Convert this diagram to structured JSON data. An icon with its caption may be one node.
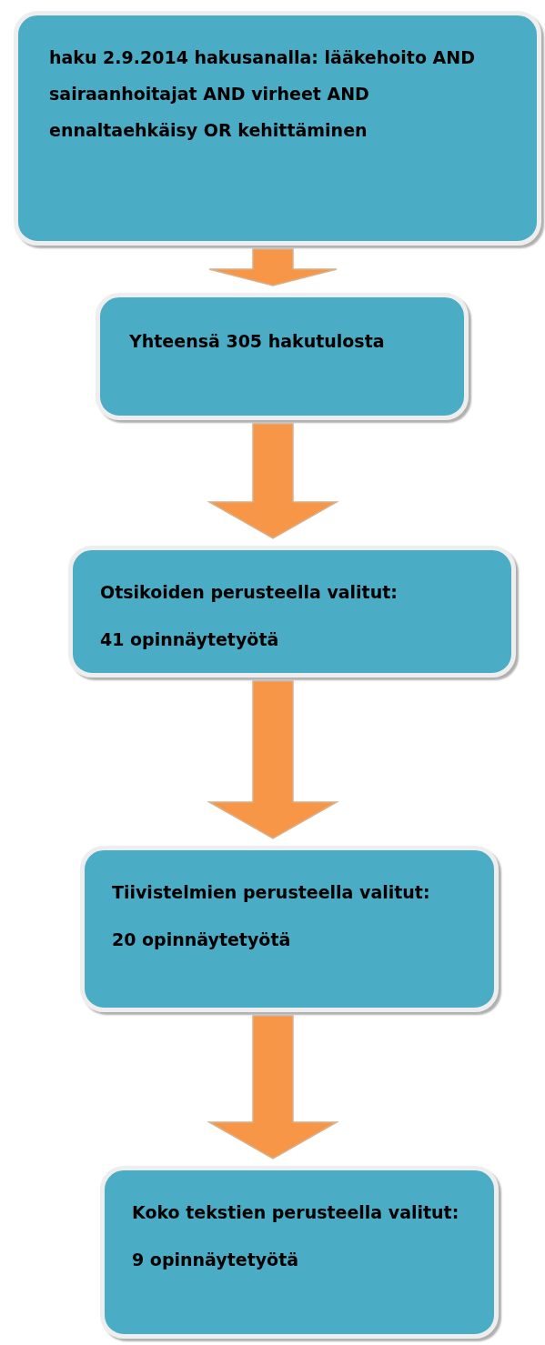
{
  "diagram": {
    "nodes": [
      {
        "text": [
          "haku 2.9.2014 hakusanalla: lääkehoito AND sairaanhoitajat AND virheet AND ennaltaehkäisy OR kehittäminen"
        ]
      },
      {
        "text": [
          "Yhteensä 305 hakutulosta"
        ]
      },
      {
        "text": [
          "Otsikoiden perusteella valitut:",
          "41 opinnäytetyötä"
        ]
      },
      {
        "text": [
          "Tiivistelmien perusteella valitut:",
          "20 opinnäytetyötä"
        ]
      },
      {
        "text": [
          "Koko tekstien perusteella valitut:",
          "9 opinnäytetyötä"
        ]
      }
    ],
    "edges": [
      {
        "from": 0,
        "to": 1,
        "arrow": "to"
      },
      {
        "from": 1,
        "to": 2,
        "arrow": "to"
      },
      {
        "from": 2,
        "to": 3,
        "arrow": "to"
      },
      {
        "from": 3,
        "to": 4,
        "arrow": "to"
      }
    ]
  }
}
